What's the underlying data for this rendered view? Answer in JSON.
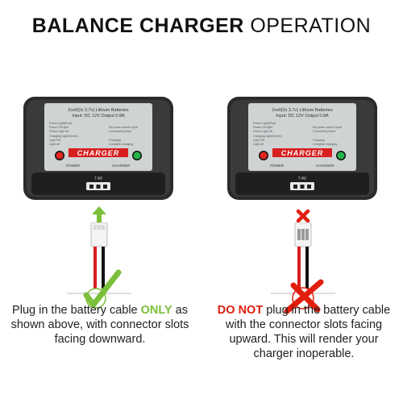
{
  "title": {
    "bold": "BALANCE CHARGER",
    "light": "OPERATION"
  },
  "charger": {
    "spec_line1": "2cell(2x 3.7v) Lithium Batteries",
    "spec_line2": "Input: DC 12V    Output 0.8A",
    "left_col": [
      "Power Light(Red)",
      "Power ON light",
      "Power Light off",
      "Charging Light(Green)",
      "Light ON",
      "Light off"
    ],
    "right_col": [
      "No power source input",
      "Connected power",
      "",
      "Charging",
      "Complete charging"
    ],
    "brand": "CHARGER",
    "power_label": "POWER",
    "charger_label": "CHARGER",
    "port_label": "7.4V"
  },
  "panels": [
    {
      "status": "correct",
      "caption": {
        "pre": "Plug in the battery cable ",
        "emphasis": "ONLY",
        "post": " as shown above, with connector slots facing downward."
      }
    },
    {
      "status": "incorrect",
      "caption": {
        "pre": "",
        "emphasis": "DO NOT",
        "post": " plug in the battery cable with the connector slots facing upward. This will render your charger inoperable."
      }
    }
  ],
  "colors": {
    "correct": "#7bbf3a",
    "incorrect": "#e11d0e",
    "charger_body": "#2b2b2b",
    "charger_face": "#cfd3d4",
    "wire_red": "#d81f1f",
    "wire_black": "#111111"
  },
  "icons": [
    "up-arrow-icon",
    "x-icon",
    "checkmark-icon",
    "cross-icon"
  ]
}
